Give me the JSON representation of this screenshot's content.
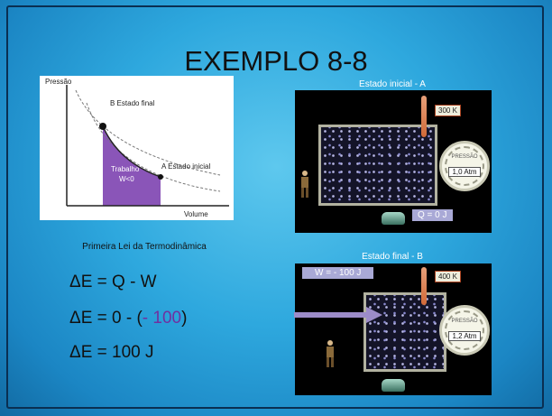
{
  "slide": {
    "title": "EXEMPLO 8-8",
    "law_label": "Primeira Lei da Termodinâmica",
    "equations": [
      {
        "lhs": "ΔE = Q - W",
        "mid": "",
        "end": ""
      },
      {
        "lhs": "ΔE = 0 - (",
        "mid": "- 100",
        "end": ")"
      },
      {
        "lhs": "ΔE = 100 J",
        "mid": "",
        "end": ""
      }
    ],
    "colors": {
      "highlight": "#7030a0",
      "background": "#2ea8de"
    }
  },
  "graph": {
    "y_label": "Pressão",
    "x_label": "Volume",
    "state_b": "B  Estado final",
    "state_a": "A  Estado inicial",
    "area_label_1": "Trabalho",
    "area_label_2": "W<0"
  },
  "initial_state": {
    "caption": "Estado inicial - A",
    "temperature": "300 K",
    "gauge_label": "PRESSÃO",
    "pressure": "1,0 Atm",
    "heat": "Q = 0 J"
  },
  "final_state": {
    "caption": "Estado final - B",
    "temperature": "400 K",
    "gauge_label": "PRESSÃO",
    "pressure": "1,2 Atm",
    "work": "W = - 100 J"
  }
}
